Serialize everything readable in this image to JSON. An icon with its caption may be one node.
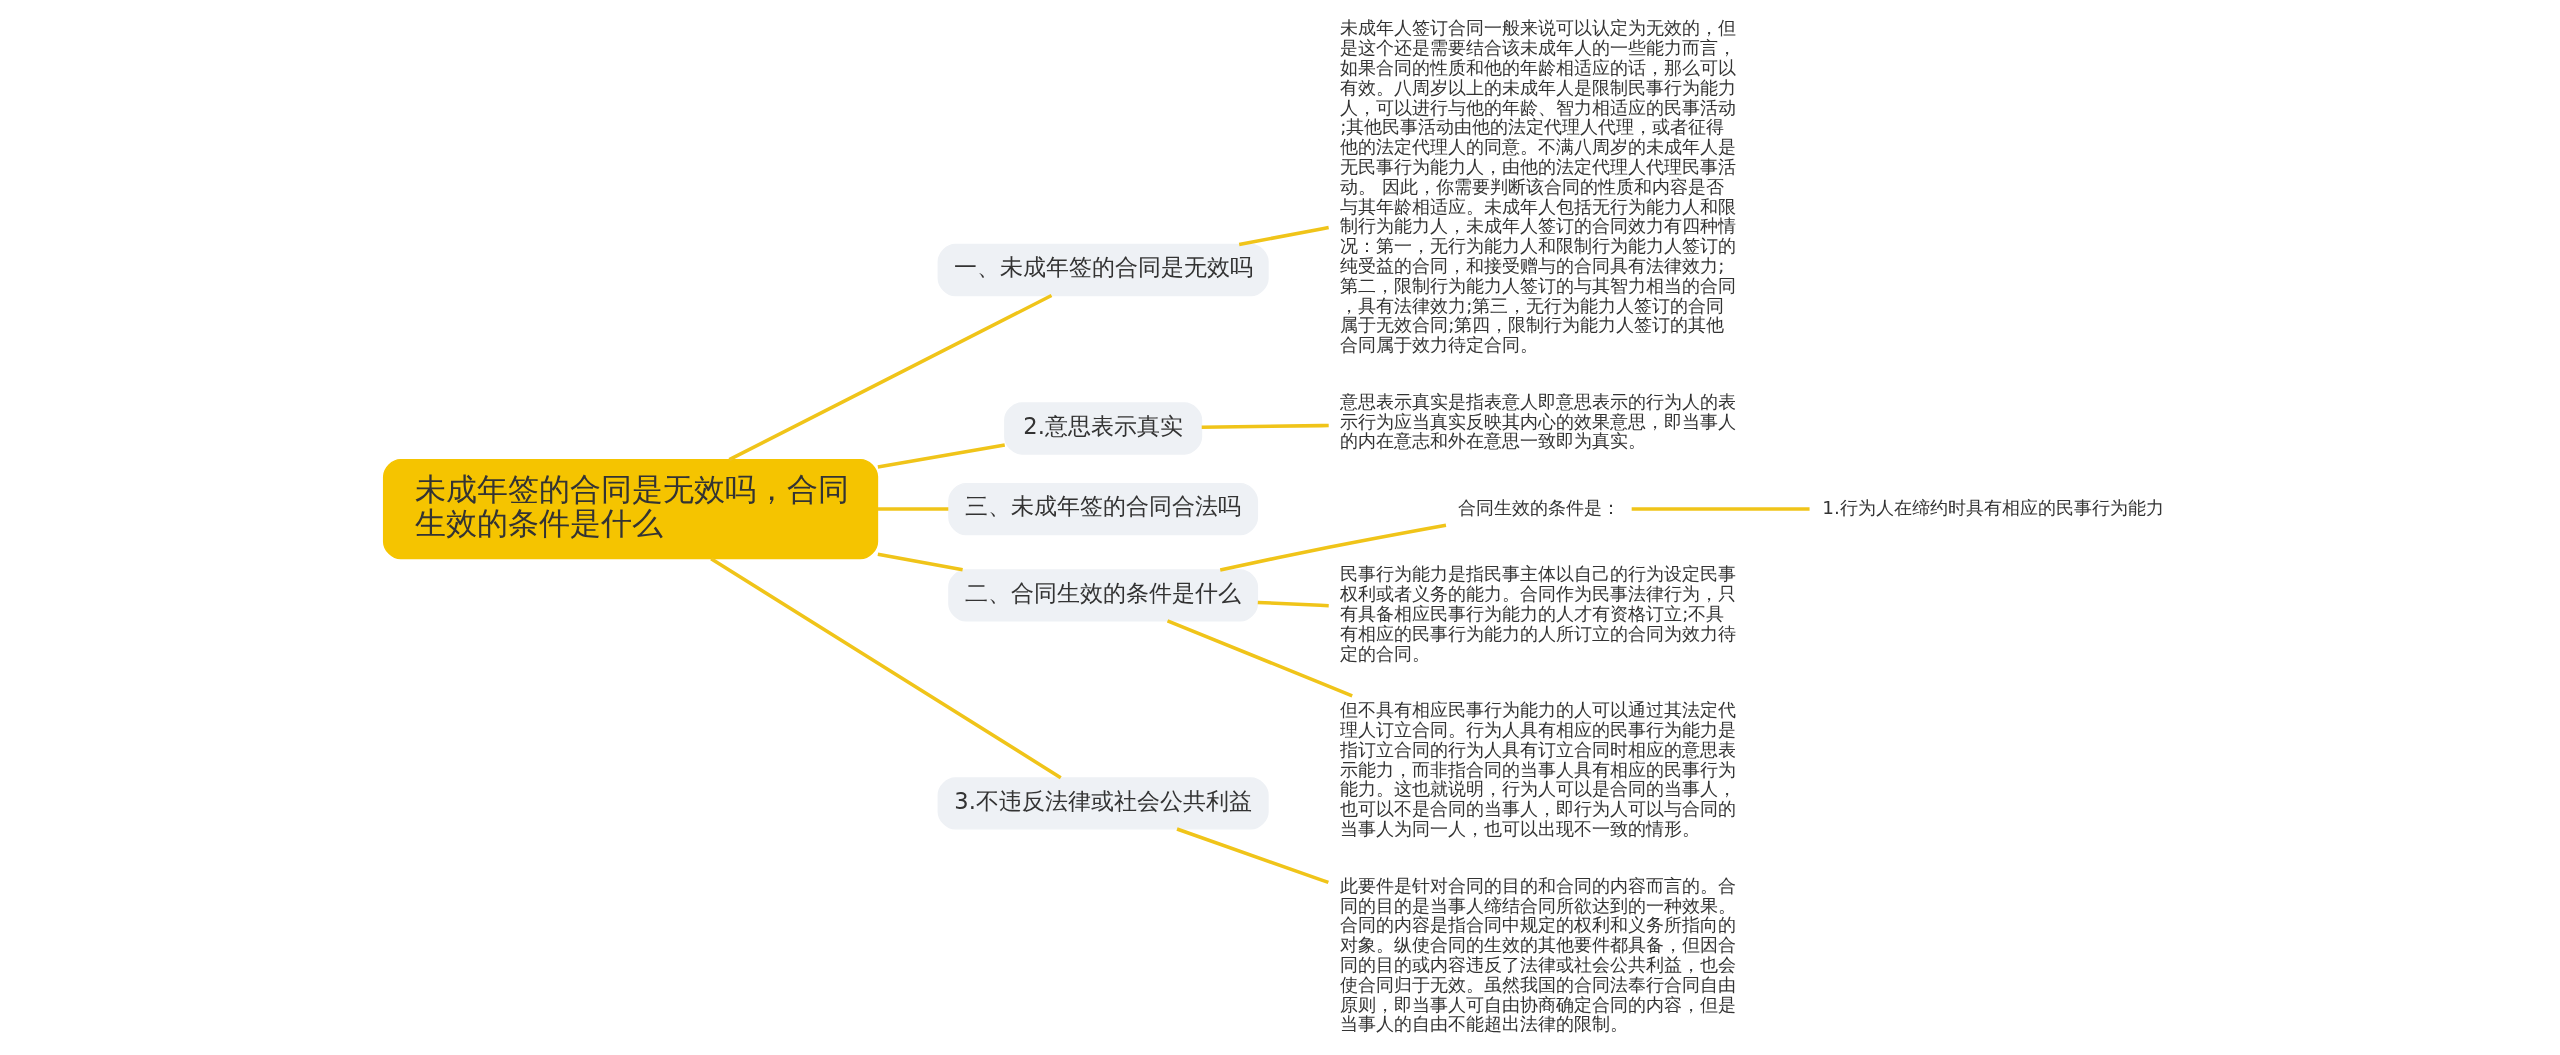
{
  "diagram": {
    "nodes": [
      {
        "text": [
          "未成年签的合同是无效吗，合同生效的条件是什么"
        ]
      },
      {
        "text": [
          "一、未成年签的合同是无效吗"
        ]
      },
      {
        "text": [
          "未成年人签订合同一般来说可以认定为无效的，但是这个还是需要结合该未成年人的一些能力而言，如果合同的性质和他的年龄相适应的话，那么可以有效。八周岁以上的未成年人是限制民事行为能力人，可以进行与他的年龄、智力相适应的民事活动;其他民事活动由他的法定代理人代理，或者征得他的法定代理人的同意。不满八周岁的未成年人是无民事行为能力人，由他的法定代理人代理民事活动。 因此，你需要判断该合同的性质和内容是否与其年龄相适应。未成年人包括无行为能力人和限制行为能力人，未成年人签订的合同效力有四种情况：第一，无行为能力人和限制行为能力人签订的纯受益的合同，和接受赠与的合同具有法律效力;第二，限制行为能力人签订的与其智力相当的合同，具有法律效力;第三，无行为能力人签订的合同属于无效合同;第四，限制行为能力人签订的其他合同属于效力待定合同。"
        ]
      },
      {
        "text": [
          "2.意思表示真实"
        ]
      },
      {
        "text": [
          "意思表示真实是指表意人即意思表示的行为人的表示行为应当真实反映其内心的效果意思，即当事人的内在意志和外在意思一致即为真实。"
        ]
      },
      {
        "text": [
          "三、未成年签的合同合法吗"
        ]
      },
      {
        "text": [
          "二、合同生效的条件是什么"
        ]
      },
      {
        "text": [
          "合同生效的条件是："
        ]
      },
      {
        "text": [
          "1.行为人在缔约时具有相应的民事行为能力"
        ]
      },
      {
        "text": [
          "民事行为能力是指民事主体以自己的行为设定民事权利或者义务的能力。合同作为民事法律行为，只有具备相应民事行为能力的人才有资格订立;不具有相应的民事行为能力的人所订立的合同为效力待定的合同。"
        ]
      },
      {
        "text": [
          "但不具有相应民事行为能力的人可以通过其法定代理人订立合同。行为人具有相应的民事行为能力是指订立合同的行为人具有订立合同时相应的意思表示能力，而非指合同的当事人具有相应的民事行为能力。这也就说明，行为人可以是合同的当事人，也可以不是合同的当事人，即行为人可以与合同的当事人为同一人，也可以出现不一致的情形。"
        ]
      },
      {
        "text": [
          "3.不违反法律或社会公共利益"
        ]
      },
      {
        "text": [
          "此要件是针对合同的目的和合同的内容而言的。合同的目的是当事人缔结合同所欲达到的一种效果。合同的内容是指合同中规定的权利和义务所指向的对象。纵使合同的生效的其他要件都具备，但因合同的目的或内容违反了法律或社会公共利益，也会使合同归于无效。虽然我国的合同法奉行合同自由原则，即当事人可自由协商确定合同的内容，但是当事人的自由不能超出法律的限制。"
        ]
      }
    ],
    "edges": [
      {
        "from": 0,
        "to": 1,
        "arrow": "none"
      },
      {
        "from": 1,
        "to": 2,
        "arrow": "none"
      },
      {
        "from": 0,
        "to": 3,
        "arrow": "none"
      },
      {
        "from": 3,
        "to": 4,
        "arrow": "none"
      },
      {
        "from": 0,
        "to": 5,
        "arrow": "none"
      },
      {
        "from": 0,
        "to": 6,
        "arrow": "none"
      },
      {
        "from": 6,
        "to": 7,
        "arrow": "none"
      },
      {
        "from": 7,
        "to": 8,
        "arrow": "none"
      },
      {
        "from": 6,
        "to": 9,
        "arrow": "none"
      },
      {
        "from": 6,
        "to": 10,
        "arrow": "none"
      },
      {
        "from": 0,
        "to": 11,
        "arrow": "none"
      },
      {
        "from": 11,
        "to": 12,
        "arrow": "none"
      }
    ]
  }
}
